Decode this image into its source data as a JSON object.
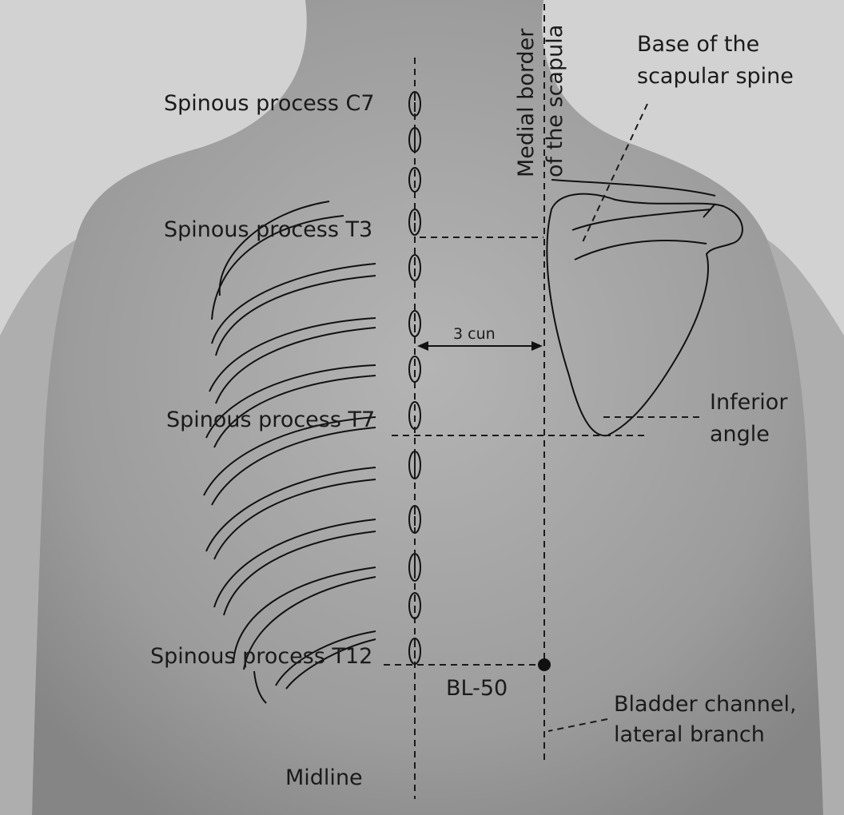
{
  "labels": {
    "c7": "Spinous process C7",
    "t3": "Spinous process T3",
    "t7": "Spinous process T7",
    "t12": "Spinous process T12",
    "medial_border_1": "Medial border",
    "medial_border_2": "of the scapula",
    "base_spine_1": "Base of the",
    "base_spine_2": "scapular spine",
    "inferior_1": "Inferior",
    "inferior_2": "angle",
    "cun": "3 cun",
    "point": "BL-50",
    "channel_1": "Bladder channel,",
    "channel_2": "lateral branch",
    "midline": "Midline"
  },
  "colors": {
    "background": "#cfcfcf",
    "skin": "#9a9a9a",
    "ink": "#1a1a1a"
  }
}
